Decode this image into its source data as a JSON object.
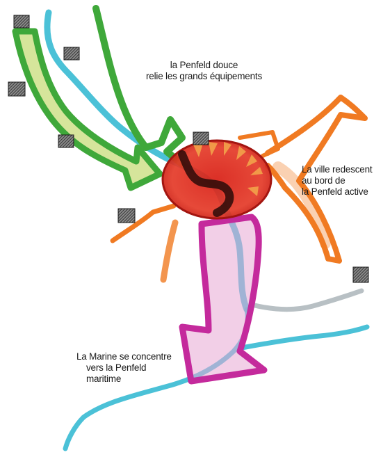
{
  "labels": {
    "penfeld_douce": [
      "la Penfeld douce",
      "relie les grands équipements"
    ],
    "ville": [
      "La ville redescent",
      "au  bord de",
      "la Penfeld active"
    ],
    "marine": [
      "La Marine se concentre",
      "vers la Penfeld",
      "maritime"
    ]
  },
  "colors": {
    "green": "#3fa83a",
    "light_green": "#cfe08a",
    "cyan": "#2bb6d0",
    "red": "#e02418",
    "dark_red": "#a31510",
    "orange": "#f07a22",
    "magenta": "#c42a9c",
    "pink": "#e8a8d4",
    "grey": "#b8c0c4",
    "hatch": "#3a3a3a"
  },
  "icons": [
    "hatched-square-icon",
    "circular-arrow-icon",
    "curved-arrow-icon"
  ]
}
